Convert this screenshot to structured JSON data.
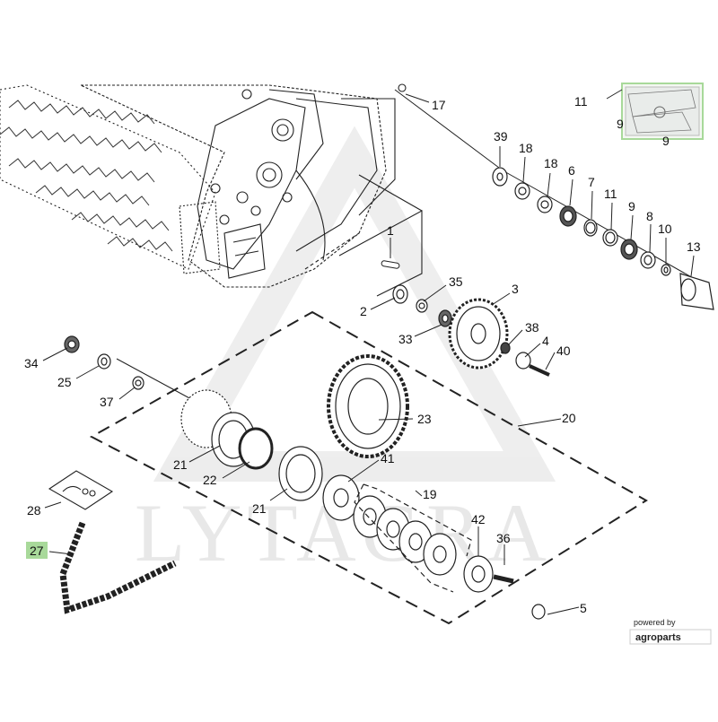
{
  "watermark": {
    "text": "LYTAGRA"
  },
  "branding": {
    "powered_by": "powered by",
    "brand": "agroparts"
  },
  "highlight_color": "#a8d99a",
  "callouts": [
    {
      "label": "17"
    },
    {
      "label": "11"
    },
    {
      "label": "9"
    },
    {
      "label": "9"
    },
    {
      "label": "39"
    },
    {
      "label": "18"
    },
    {
      "label": "18"
    },
    {
      "label": "6"
    },
    {
      "label": "7"
    },
    {
      "label": "11"
    },
    {
      "label": "9"
    },
    {
      "label": "8"
    },
    {
      "label": "10"
    },
    {
      "label": "13"
    },
    {
      "label": "1"
    },
    {
      "label": "35"
    },
    {
      "label": "3"
    },
    {
      "label": "2"
    },
    {
      "label": "33"
    },
    {
      "label": "38"
    },
    {
      "label": "4"
    },
    {
      "label": "40"
    },
    {
      "label": "34"
    },
    {
      "label": "25"
    },
    {
      "label": "37"
    },
    {
      "label": "23"
    },
    {
      "label": "20"
    },
    {
      "label": "21"
    },
    {
      "label": "22"
    },
    {
      "label": "41"
    },
    {
      "label": "21"
    },
    {
      "label": "19"
    },
    {
      "label": "28"
    },
    {
      "label": "42"
    },
    {
      "label": "36"
    },
    {
      "label": "27",
      "highlighted": true
    },
    {
      "label": "5"
    }
  ]
}
